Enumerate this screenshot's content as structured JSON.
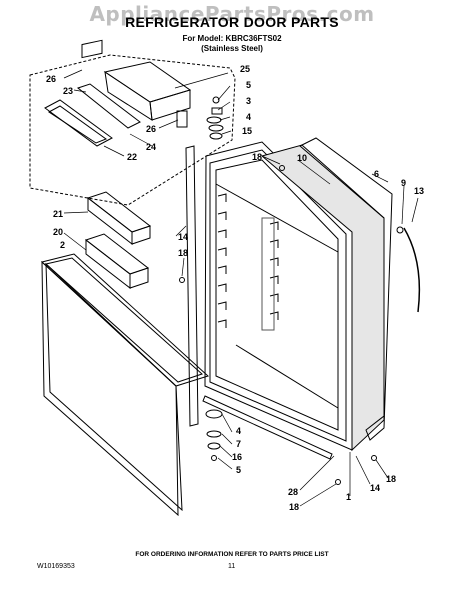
{
  "watermark": "AppliancePartsPros.com",
  "title": "REFRIGERATOR DOOR PARTS",
  "model_line": "For Model: KBRC36FTS02",
  "finish_line": "(Stainless Steel)",
  "footer_note": "FOR ORDERING INFORMATION REFER TO PARTS PRICE LIST",
  "document_number": "W10169353",
  "page_number": "11",
  "callouts": [
    "26",
    "23",
    "25",
    "5",
    "3",
    "4",
    "15",
    "26",
    "24",
    "22",
    "18",
    "10",
    "6",
    "9",
    "13",
    "21",
    "14",
    "20",
    "2",
    "18",
    "4",
    "7",
    "16",
    "5",
    "18",
    "28",
    "14",
    "18",
    "1"
  ]
}
